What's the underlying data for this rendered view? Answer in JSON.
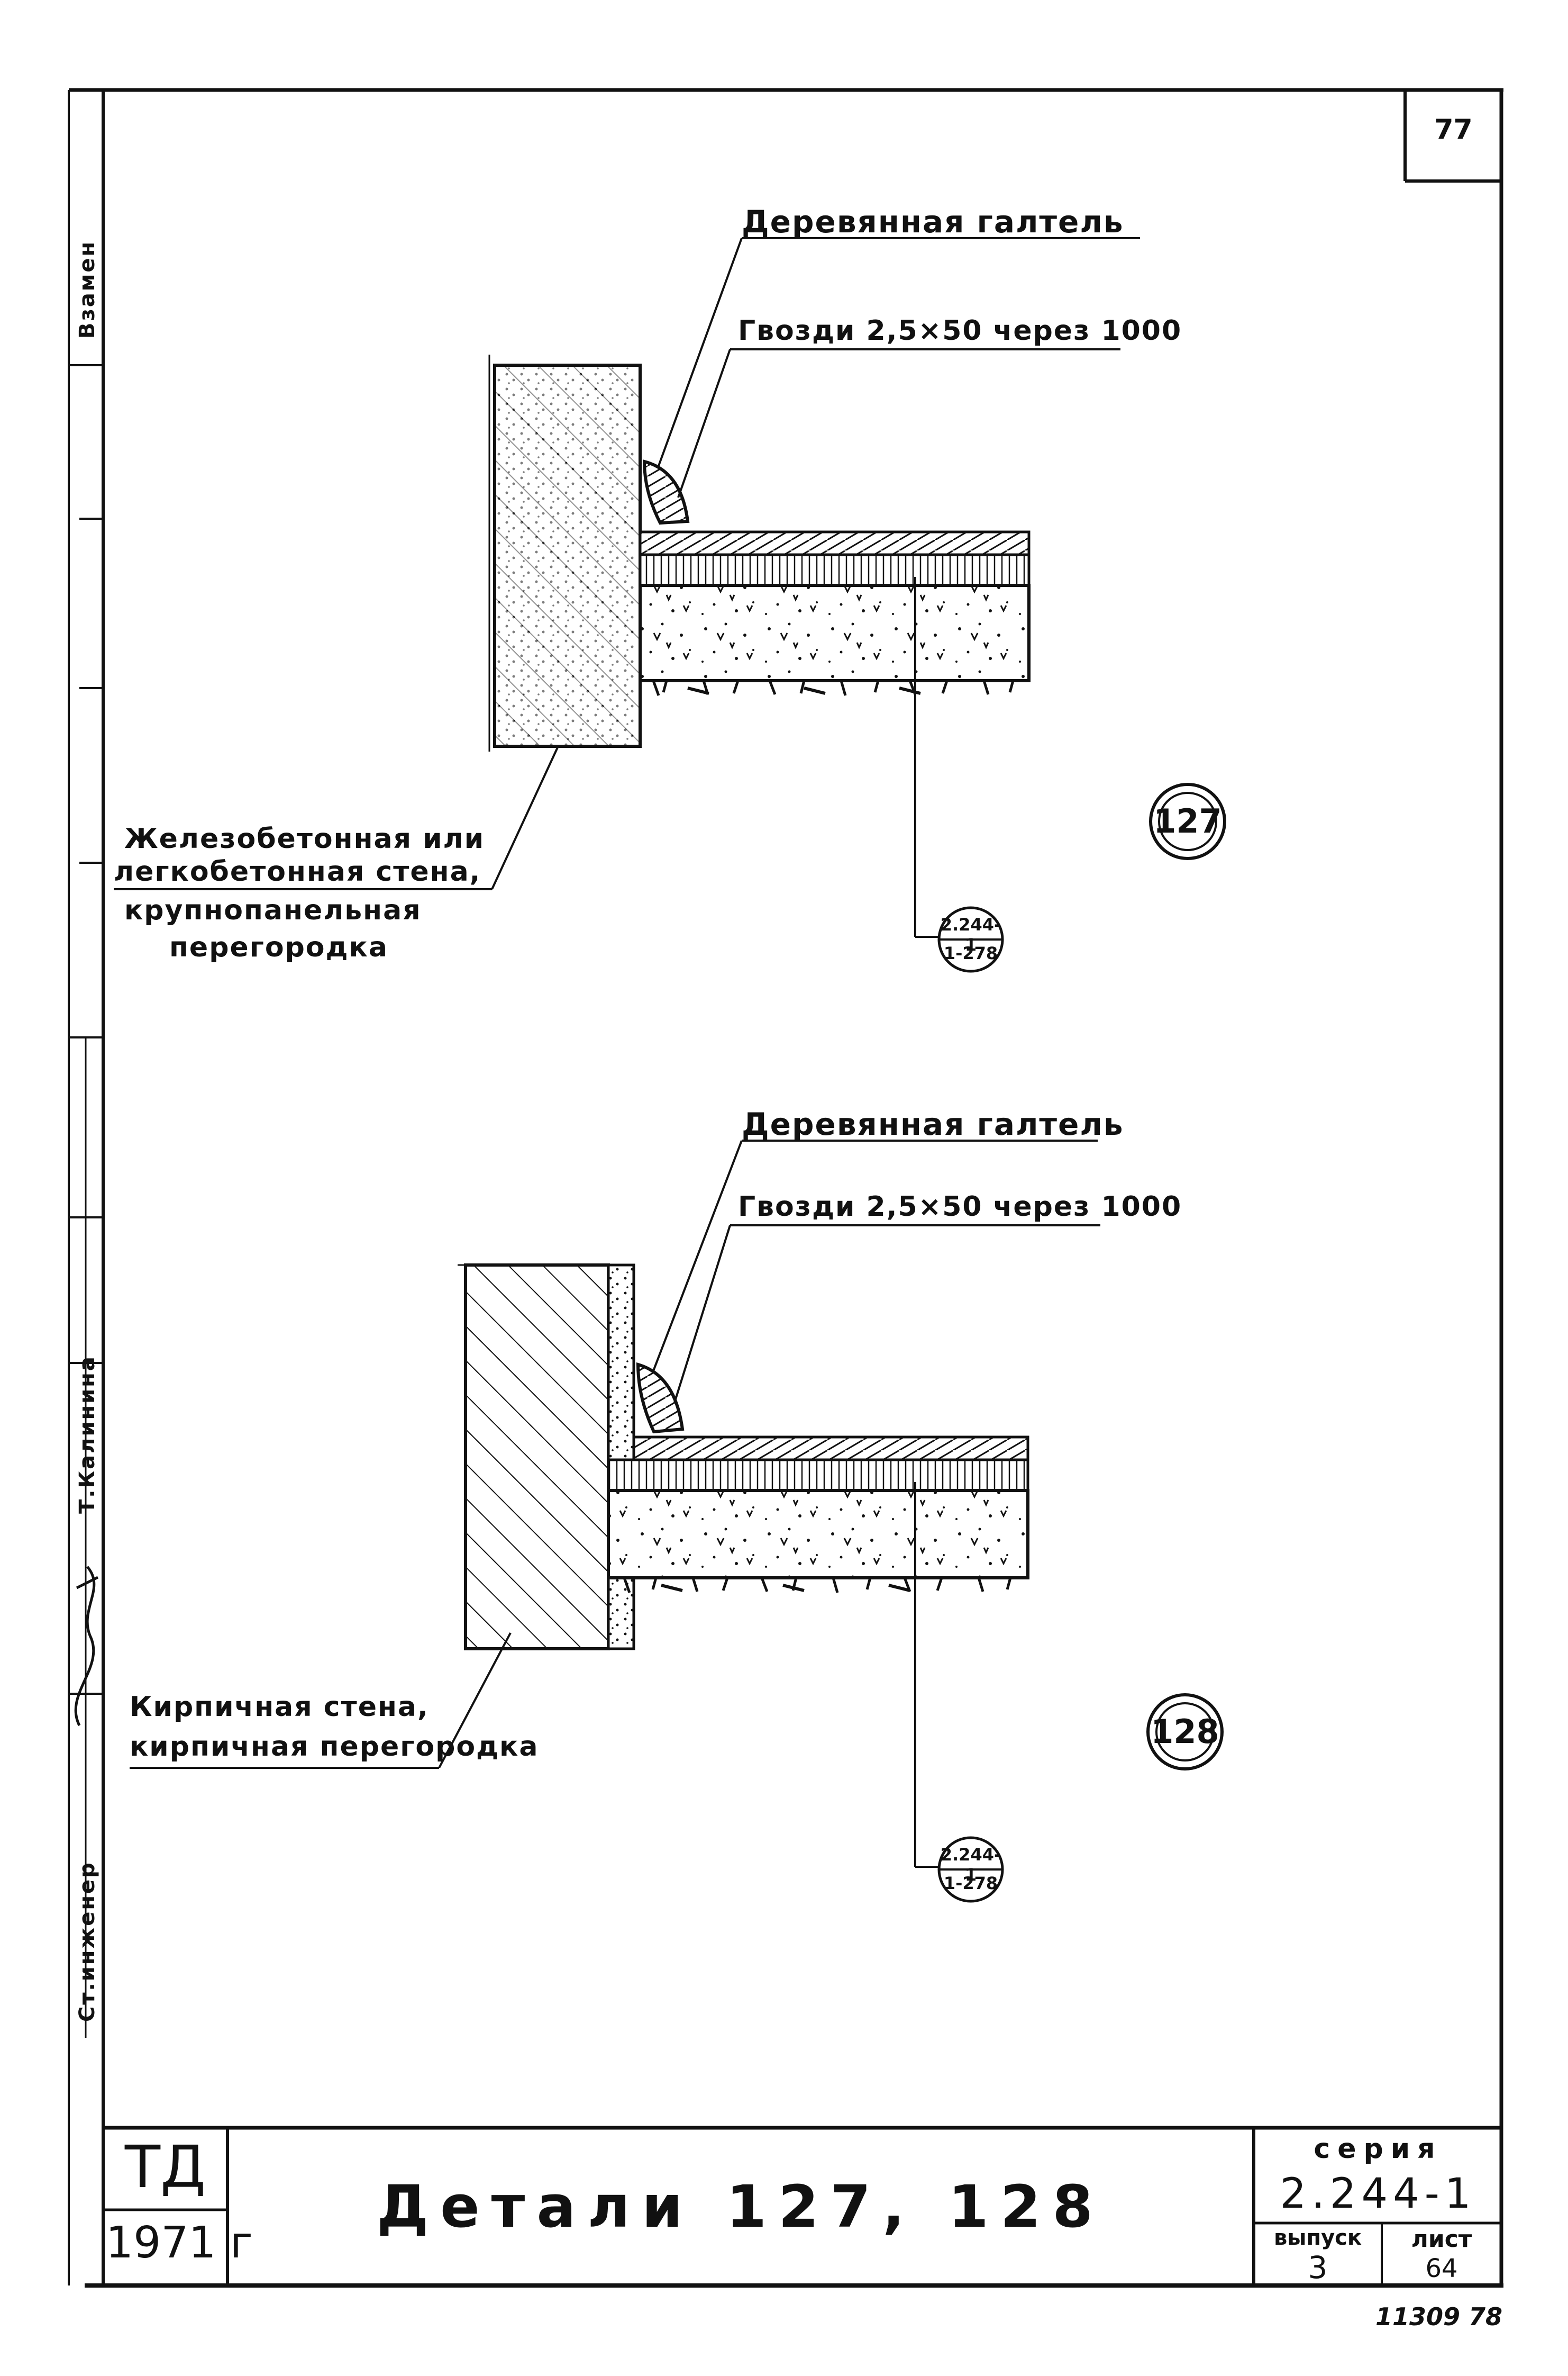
{
  "sheet_number": "77",
  "details": [
    {
      "id": "127",
      "label_wood": "Деревянная галтель",
      "label_nails": "Гвозди 2,5×50 через 1000",
      "wall_label_lines": [
        "Железобетонная или",
        "легкобетонная стена,",
        "крупнопанельная",
        "перегородка"
      ],
      "ref_top": "2.244-1",
      "ref_bottom": "1-278"
    },
    {
      "id": "128",
      "label_wood": "Деревянная галтель",
      "label_nails": "Гвозди 2,5×50 через 1000",
      "wall_label_lines": [
        "Кирпичная стена,",
        "кирпичная перегородка"
      ],
      "ref_top": "2.244-1",
      "ref_bottom": "1-278"
    }
  ],
  "side_stamp": {
    "top": "Взамен",
    "middle": "Т.Калинина",
    "bottom": "Ст.инженер"
  },
  "title_block": {
    "org": "ТД",
    "year": "1971 г",
    "title": "Детали 127, 128",
    "series_label": "серия",
    "series_value": "2.244-1",
    "issue_label": "выпуск",
    "issue_value": "3",
    "sheet_label": "лист",
    "sheet_value": "64"
  },
  "archive_number": "11309  78"
}
